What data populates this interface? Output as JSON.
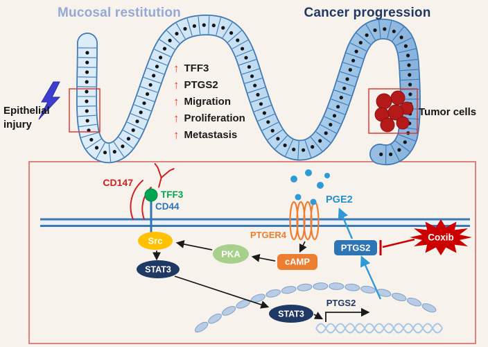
{
  "titles": {
    "left": "Mucosal restitution",
    "right": "Cancer progression"
  },
  "annotations": {
    "epithelial_injury": "Epithelial injury",
    "tumor_cells": "Tumor cells"
  },
  "effects": {
    "up_arrow": "↑",
    "items": [
      "TFF3",
      "PTGS2",
      "Migration",
      "Proliferation",
      "Metastasis"
    ]
  },
  "pathway": {
    "cd147": "CD147",
    "tff3": "TFF3",
    "cd44": "CD44",
    "src": "Src",
    "stat3": "STAT3",
    "pka": "PKA",
    "camp": "cAMP",
    "ptger4": "PTGER4",
    "pge2": "PGE2",
    "ptgs2": "PTGS2",
    "coxib": "Coxib",
    "stat3_nuclear": "STAT3",
    "ptgs2_gene": "PTGS2"
  },
  "colors": {
    "background": "#f7f2ec",
    "title_left": "#93a9d6",
    "title_right": "#203864",
    "epithelium_border": "#3c78b4",
    "epithelium_fill_light": "#dcedf9",
    "epithelium_fill_dark": "#8ab4dd",
    "highlight_red": "#e03a2f",
    "tumor_red": "#b51a1a",
    "cd147_red": "#d02020",
    "tff3_green": "#00a550",
    "cd44_blue": "#2e75b6",
    "src_yellow": "#ffc000",
    "stat3_navy": "#1f3864",
    "pka_green": "#a8d08d",
    "camp_orange": "#ed7d31",
    "ptgs2_blue": "#2e75b6",
    "pge2_blue": "#2490cf",
    "coxib_red": "#cc0000",
    "panel_border": "#d65c5c",
    "effect_arrow_red": "#e8392a"
  }
}
